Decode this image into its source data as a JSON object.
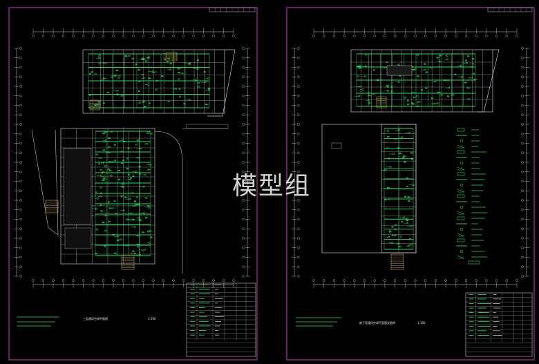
{
  "watermark": "模型组",
  "sheets": [
    {
      "drawing_title": "三层通风空调平面图",
      "scale": "1:160"
    },
    {
      "drawing_title": "地下室通风空调平面图及图例",
      "scale": "1:160"
    }
  ],
  "colors": {
    "background": "#000000",
    "frame": "#b13ab1",
    "axis": "#d8d8d8",
    "wall": "#c8c8c8",
    "duct": "#21e05a",
    "legend": "#21e05a",
    "stair": "#e8c850"
  }
}
